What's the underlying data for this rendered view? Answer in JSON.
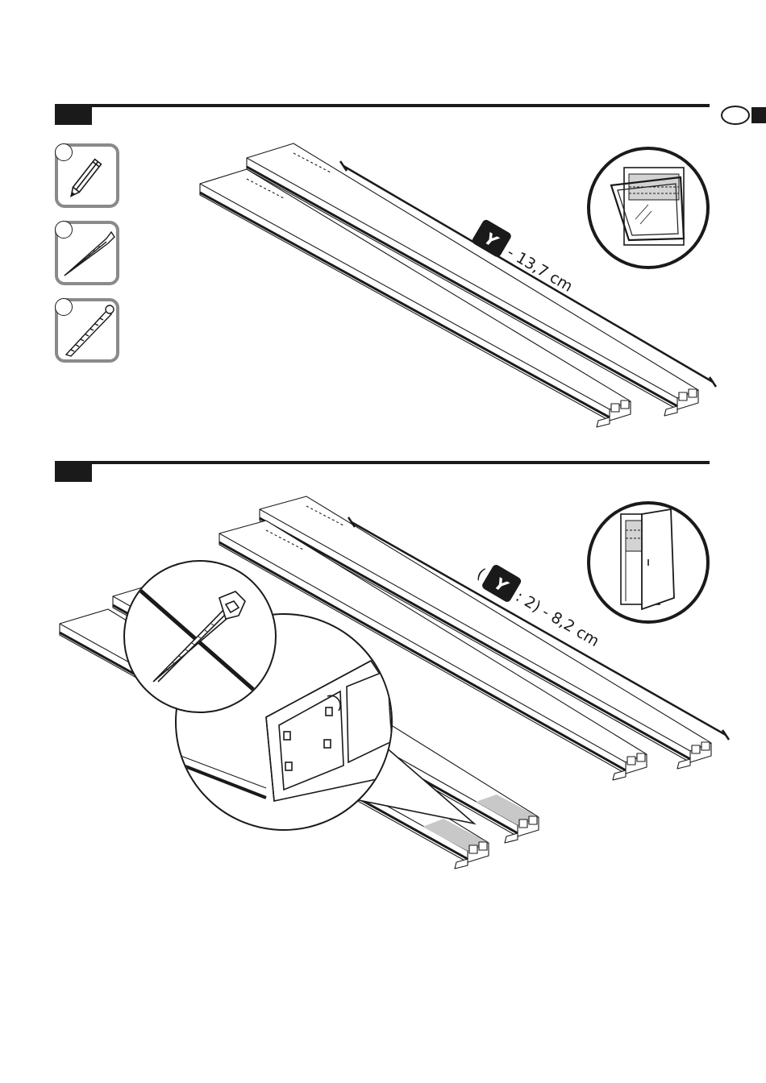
{
  "step1": {
    "measure_letter": "Y",
    "measure_suffix": "- 13,7 cm"
  },
  "step2": {
    "measure_open": "(",
    "measure_letter": "Y",
    "measure_suffix": ": 2) - 8,2 cm"
  },
  "icons": {
    "tools": [
      "pencil-icon",
      "saw-icon",
      "file-rasp-icon"
    ],
    "window": "tilt-window-icon",
    "door": "door-icon",
    "zoom": "profile-cross-section-icon"
  },
  "colors": {
    "ink": "#1a1a1a",
    "tool_frame": "#8a8a8a",
    "cut_shade": "#c8c8c8"
  }
}
